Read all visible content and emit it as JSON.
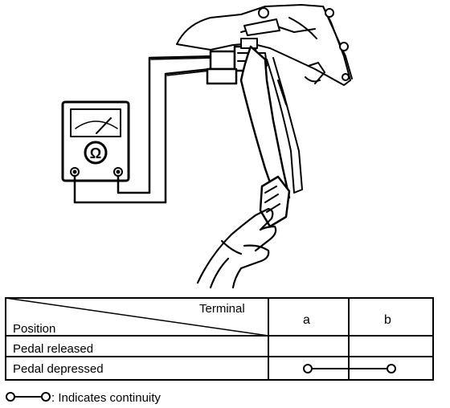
{
  "table": {
    "corner_top": "Terminal",
    "corner_bottom": "Position",
    "columns": [
      "a",
      "b"
    ],
    "rows": [
      {
        "label": "Pedal released",
        "continuity": false
      },
      {
        "label": "Pedal depressed",
        "continuity": true
      }
    ]
  },
  "legend": {
    "text": ": Indicates continuity"
  },
  "meter": {
    "symbol": "Ω"
  }
}
